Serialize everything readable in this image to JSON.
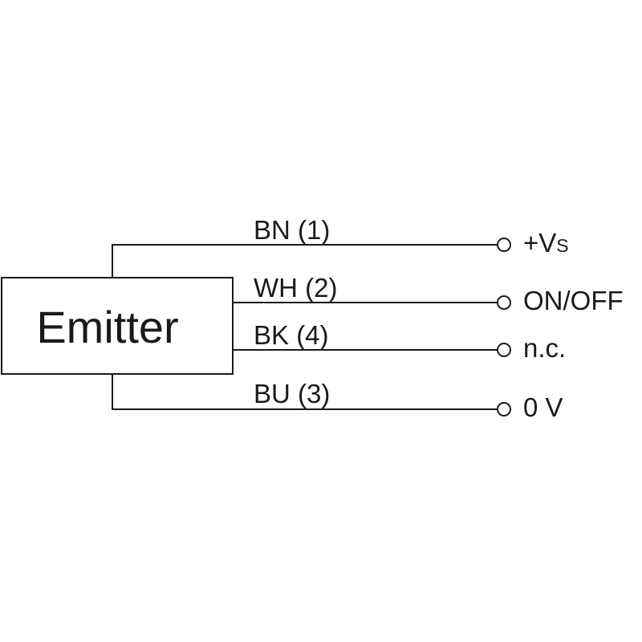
{
  "device": {
    "label": "Emitter"
  },
  "wires": [
    {
      "label": "BN (1)",
      "terminal": "+V",
      "terminal_sub": "S"
    },
    {
      "label": "WH (2)",
      "terminal": "ON/OFF",
      "terminal_sub": ""
    },
    {
      "label": "BK (4)",
      "terminal": "n.c.",
      "terminal_sub": ""
    },
    {
      "label": "BU (3)",
      "terminal": "0 V",
      "terminal_sub": ""
    }
  ]
}
